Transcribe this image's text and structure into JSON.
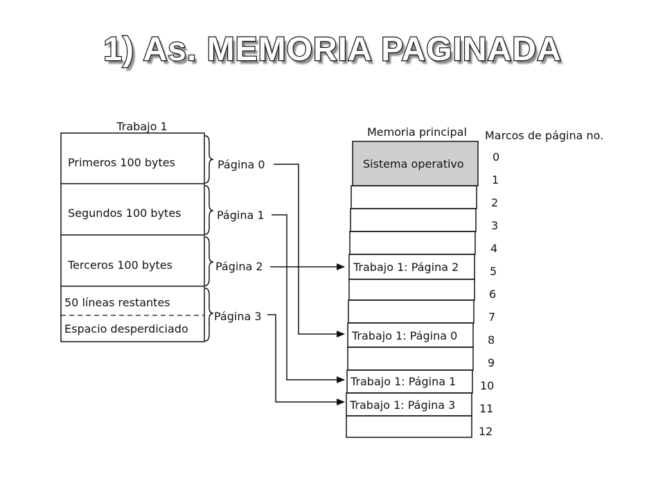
{
  "title": "1) As. MEMORIA PAGINADA",
  "job": {
    "title": "Trabajo 1",
    "sections": [
      "Primeros 100 bytes",
      "Segundos 100 bytes",
      "Terceros 100 bytes"
    ],
    "remaining_lines": "50 líneas restantes",
    "wasted_space": "Espacio desperdiciado"
  },
  "pages": [
    "Página 0",
    "Página 1",
    "Página 2",
    "Página 3"
  ],
  "memory": {
    "title": "Memoria principal",
    "frames_header": "Marcos de página no.",
    "os_label": "Sistema operativo",
    "frame_numbers": [
      "0",
      "1",
      "2",
      "3",
      "4",
      "5",
      "6",
      "7",
      "8",
      "9",
      "10",
      "11",
      "12"
    ],
    "job_frames": [
      {
        "frame": "5",
        "label": "Trabajo 1: Página 2"
      },
      {
        "frame": "8",
        "label": "Trabajo 1: Página 0"
      },
      {
        "frame": "10",
        "label": "Trabajo 1: Página 1"
      },
      {
        "frame": "11",
        "label": "Trabajo 1: Página 3"
      }
    ]
  },
  "colors": {
    "os_fill": "#cfcfcf",
    "line": "#111111"
  }
}
